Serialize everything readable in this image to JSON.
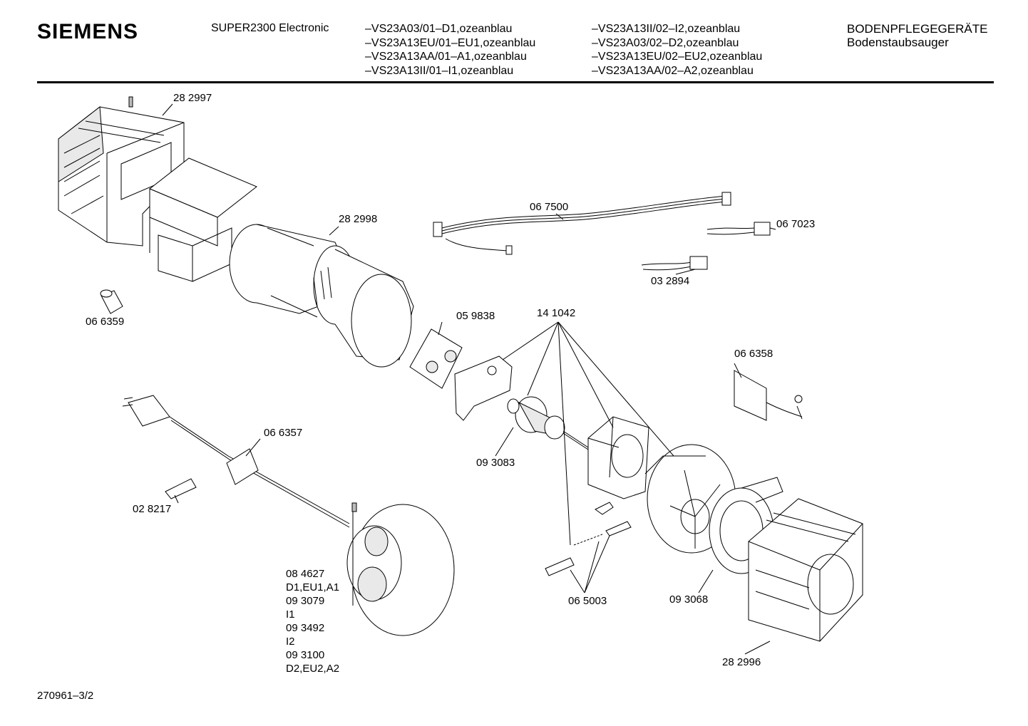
{
  "header": {
    "brand": "SIEMENS",
    "model": "SUPER2300 Electronic",
    "variants_col1": [
      "–VS23A03/01–D1,ozeanblau",
      "–VS23A13EU/01–EU1,ozeanblau",
      "–VS23A13AA/01–A1,ozeanblau",
      "–VS23A13II/01–I1,ozeanblau"
    ],
    "variants_col2": [
      "–VS23A13II/02–I2,ozeanblau",
      "–VS23A03/02–D2,ozeanblau",
      "–VS23A13EU/02–EU2,ozeanblau",
      "–VS23A13AA/02–A2,ozeanblau"
    ],
    "category": "BODENPFLEGEGERÄTE",
    "subcategory": "Bodenstaubsauger"
  },
  "parts": {
    "p282997": "28 2997",
    "p282998": "28 2998",
    "p066359": "06 6359",
    "p067500": "06 7500",
    "p067023": "06 7023",
    "p032894": "03 2894",
    "p059838": "05 9838",
    "p141042": "14 1042",
    "p066358": "06 6358",
    "p066357": "06 6357",
    "p093083": "09 3083",
    "p028217": "02 8217",
    "p065003": "06 5003",
    "p093068": "09 3068",
    "p282996": "28 2996"
  },
  "reel_list": [
    "08 4627",
    "D1,EU1,A1",
    "09 3079",
    "I1",
    "09 3492",
    "I2",
    "09 3100",
    "D2,EU2,A2"
  ],
  "footer": "270961–3/2"
}
